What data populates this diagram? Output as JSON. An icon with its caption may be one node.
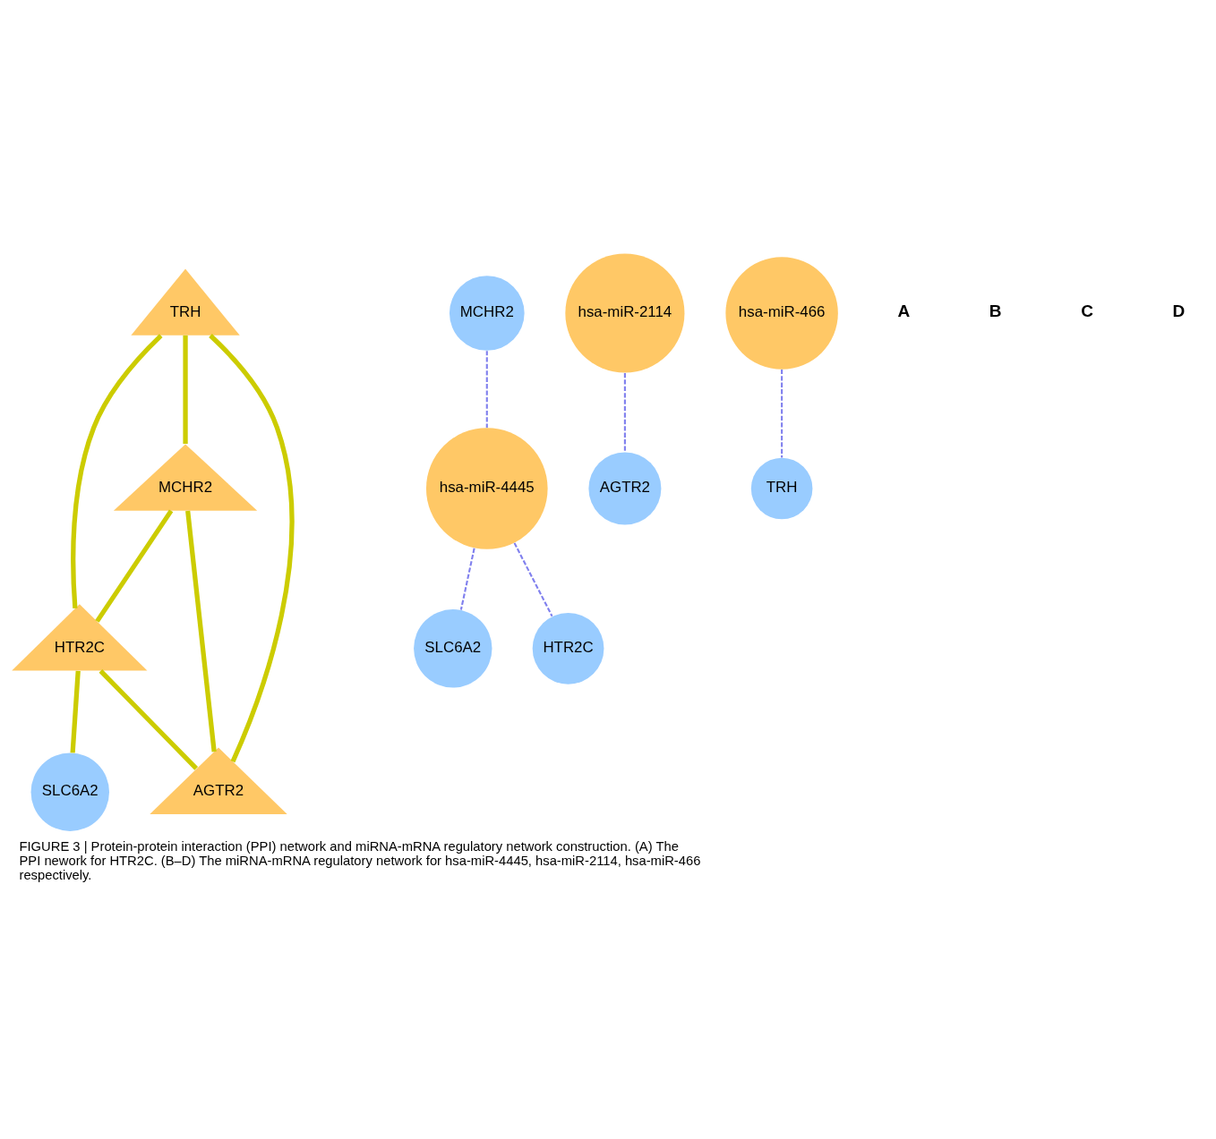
{
  "diagram": {
    "caption": "FIGURE 3 | Protein-protein interaction (PPI) network and miRNA-mRNA regulatory network construction. (A) The PPI nework for HTR2C. (B–D) The miRNA-mRNA regulatory network for hsa-miR-4445, hsa-miR-2114, hsa-miR-466 respectively.",
    "nodes": [
      {
        "text": [
          "TRH"
        ]
      },
      {
        "text": [
          "MCHR2"
        ]
      },
      {
        "text": [
          "HTR2C"
        ]
      },
      {
        "text": [
          "AGTR2"
        ]
      },
      {
        "text": [
          "SLC6A2"
        ]
      },
      {
        "text": [
          "MCHR2"
        ]
      },
      {
        "text": [
          "hsa-miR-4445"
        ]
      },
      {
        "text": [
          "SLC6A2"
        ]
      },
      {
        "text": [
          "HTR2C"
        ]
      },
      {
        "text": [
          "AGTR2"
        ]
      },
      {
        "text": [
          "hsa-miR-2114"
        ]
      },
      {
        "text": [
          "hsa-miR-466"
        ]
      },
      {
        "text": [
          "TRH"
        ]
      }
    ],
    "edges": [
      {
        "from": 0,
        "to": 1,
        "arrow": "none"
      },
      {
        "from": 0,
        "to": 2,
        "arrow": "none"
      },
      {
        "from": 0,
        "to": 3,
        "arrow": "none"
      },
      {
        "from": 1,
        "to": 2,
        "arrow": "none"
      },
      {
        "from": 1,
        "to": 3,
        "arrow": "none"
      },
      {
        "from": 2,
        "to": 3,
        "arrow": "none"
      },
      {
        "from": 2,
        "to": 4,
        "arrow": "none"
      },
      {
        "from": 5,
        "to": 6,
        "arrow": "none",
        "style": "dashed",
        "color": "#8080ee"
      },
      {
        "from": 6,
        "to": 7,
        "arrow": "none",
        "style": "dashed",
        "color": "#8080ee"
      },
      {
        "from": 6,
        "to": 8,
        "arrow": "none",
        "style": "dashed",
        "color": "#8080ee"
      },
      {
        "from": 10,
        "to": 9,
        "arrow": "none",
        "style": "dashed",
        "color": "#8080ee"
      },
      {
        "from": 11,
        "to": 12,
        "arrow": "none",
        "style": "dashed",
        "color": "#8080ee"
      }
    ],
    "labels": [
      "A",
      "B",
      "C",
      "D"
    ]
  }
}
